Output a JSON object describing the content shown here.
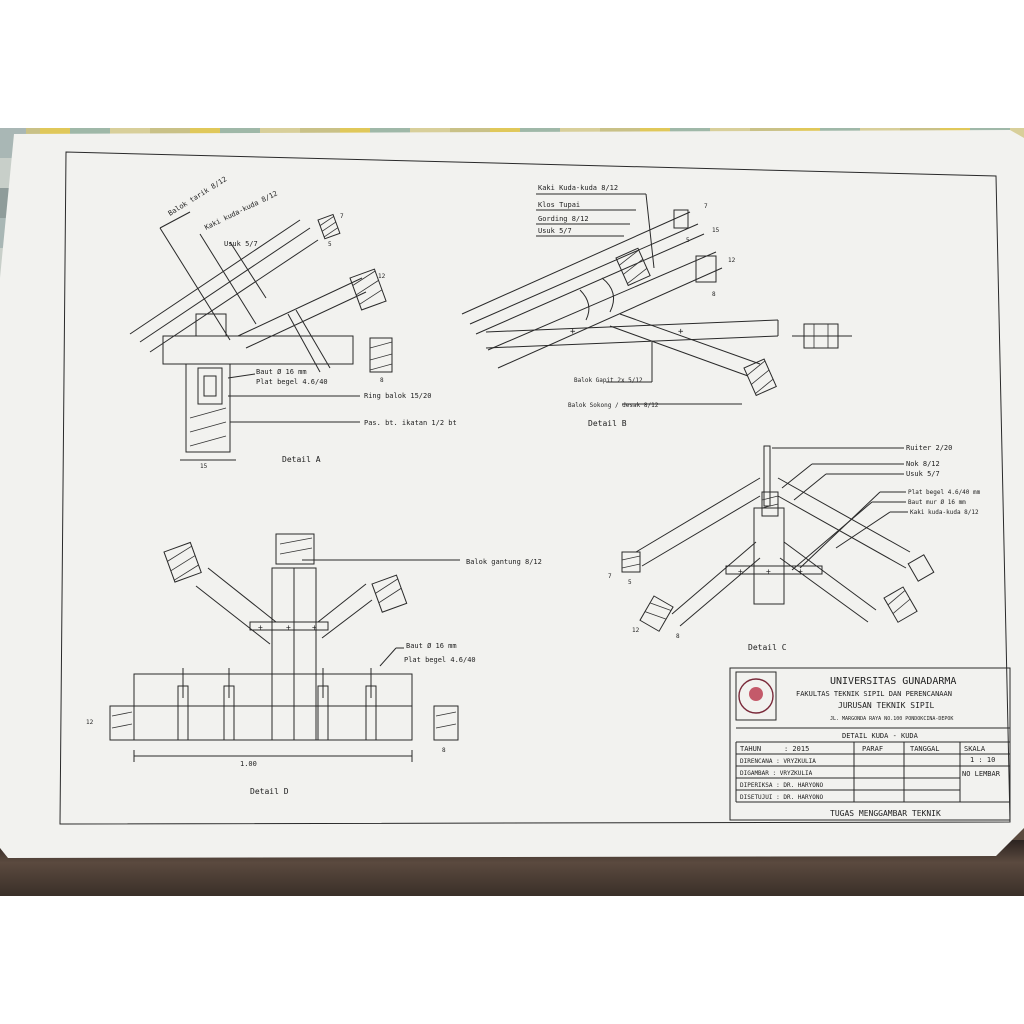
{
  "detail_a": {
    "title": "Detail A",
    "balok_tarik": "Balok tarik 8/12",
    "kaki_kuda": "Kaki kuda-kuda 8/12",
    "usuk": "Usuk 5/7",
    "baut": "Baut Ø 16 mm",
    "plat": "Plat begel 4.6/40",
    "ring_balok": "Ring balok 15/20",
    "pas_bata": "Pas. bt. ikatan 1/2 bt",
    "dim_7": "7",
    "dim_5": "5",
    "dim_12": "12",
    "dim_8": "8",
    "dim_15": "15"
  },
  "detail_b": {
    "title": "Detail B",
    "kaki_kuda": "Kaki Kuda-kuda 8/12",
    "klos": "Klos Tupai",
    "gording": "Gording 8/12",
    "usuk": "Usuk 5/7",
    "balok_gapit": "Balok Gapit 2x 5/12",
    "balok_sokong": "Balok Sokong / desak 8/12",
    "dim_7": "7",
    "dim_5": "5",
    "dim_15": "15",
    "dim_12": "12",
    "dim_8": "8"
  },
  "detail_c": {
    "title": "Detail C",
    "ruiter": "Ruiter 2/20",
    "nok": "Nok 8/12",
    "usuk": "Usuk 5/7",
    "plat": "Plat begel 4.6/40 mm",
    "baut": "Baut mur Ø 16 mm",
    "kaki_kuda": "Kaki kuda-kuda 8/12",
    "dim_7": "7",
    "dim_5": "5",
    "dim_12": "12",
    "dim_8": "8"
  },
  "detail_d": {
    "title": "Detail D",
    "balok_gantung": "Balok gantung 8/12",
    "baut": "Baut Ø 16 mm",
    "plat": "Plat begel 4.6/40",
    "dim_total": "1.00",
    "dim_12": "12",
    "dim_8": "8"
  },
  "title_block": {
    "university": "UNIVERSITAS GUNADARMA",
    "faculty": "FAKULTAS TEKNIK SIPIL DAN PERENCANAAN",
    "department": "JURUSAN TEKNIK SIPIL",
    "address": "JL. MARGONDA RAYA NO.100 PONDOKCINA-DEPOK",
    "drawing_title": "DETAIL KUDA - KUDA",
    "tahun_label": "TAHUN",
    "tahun_value": ": 2015",
    "paraf": "PARAF",
    "tanggal": "TANGGAL",
    "skala": "SKALA",
    "skala_value": "1 : 10",
    "no_lembar": "NO LEMBAR",
    "direncana": "DIRENCANA : VRYZKULIA",
    "digambar": "DIGAMBAR : VRYZKULIA",
    "diperiksa": "DIPERIKSA : DR. HARYONO",
    "disetujui": "DISETUJUI : DR. HARYONO",
    "footer": "TUGAS MENGGAMBAR TEKNIK"
  }
}
